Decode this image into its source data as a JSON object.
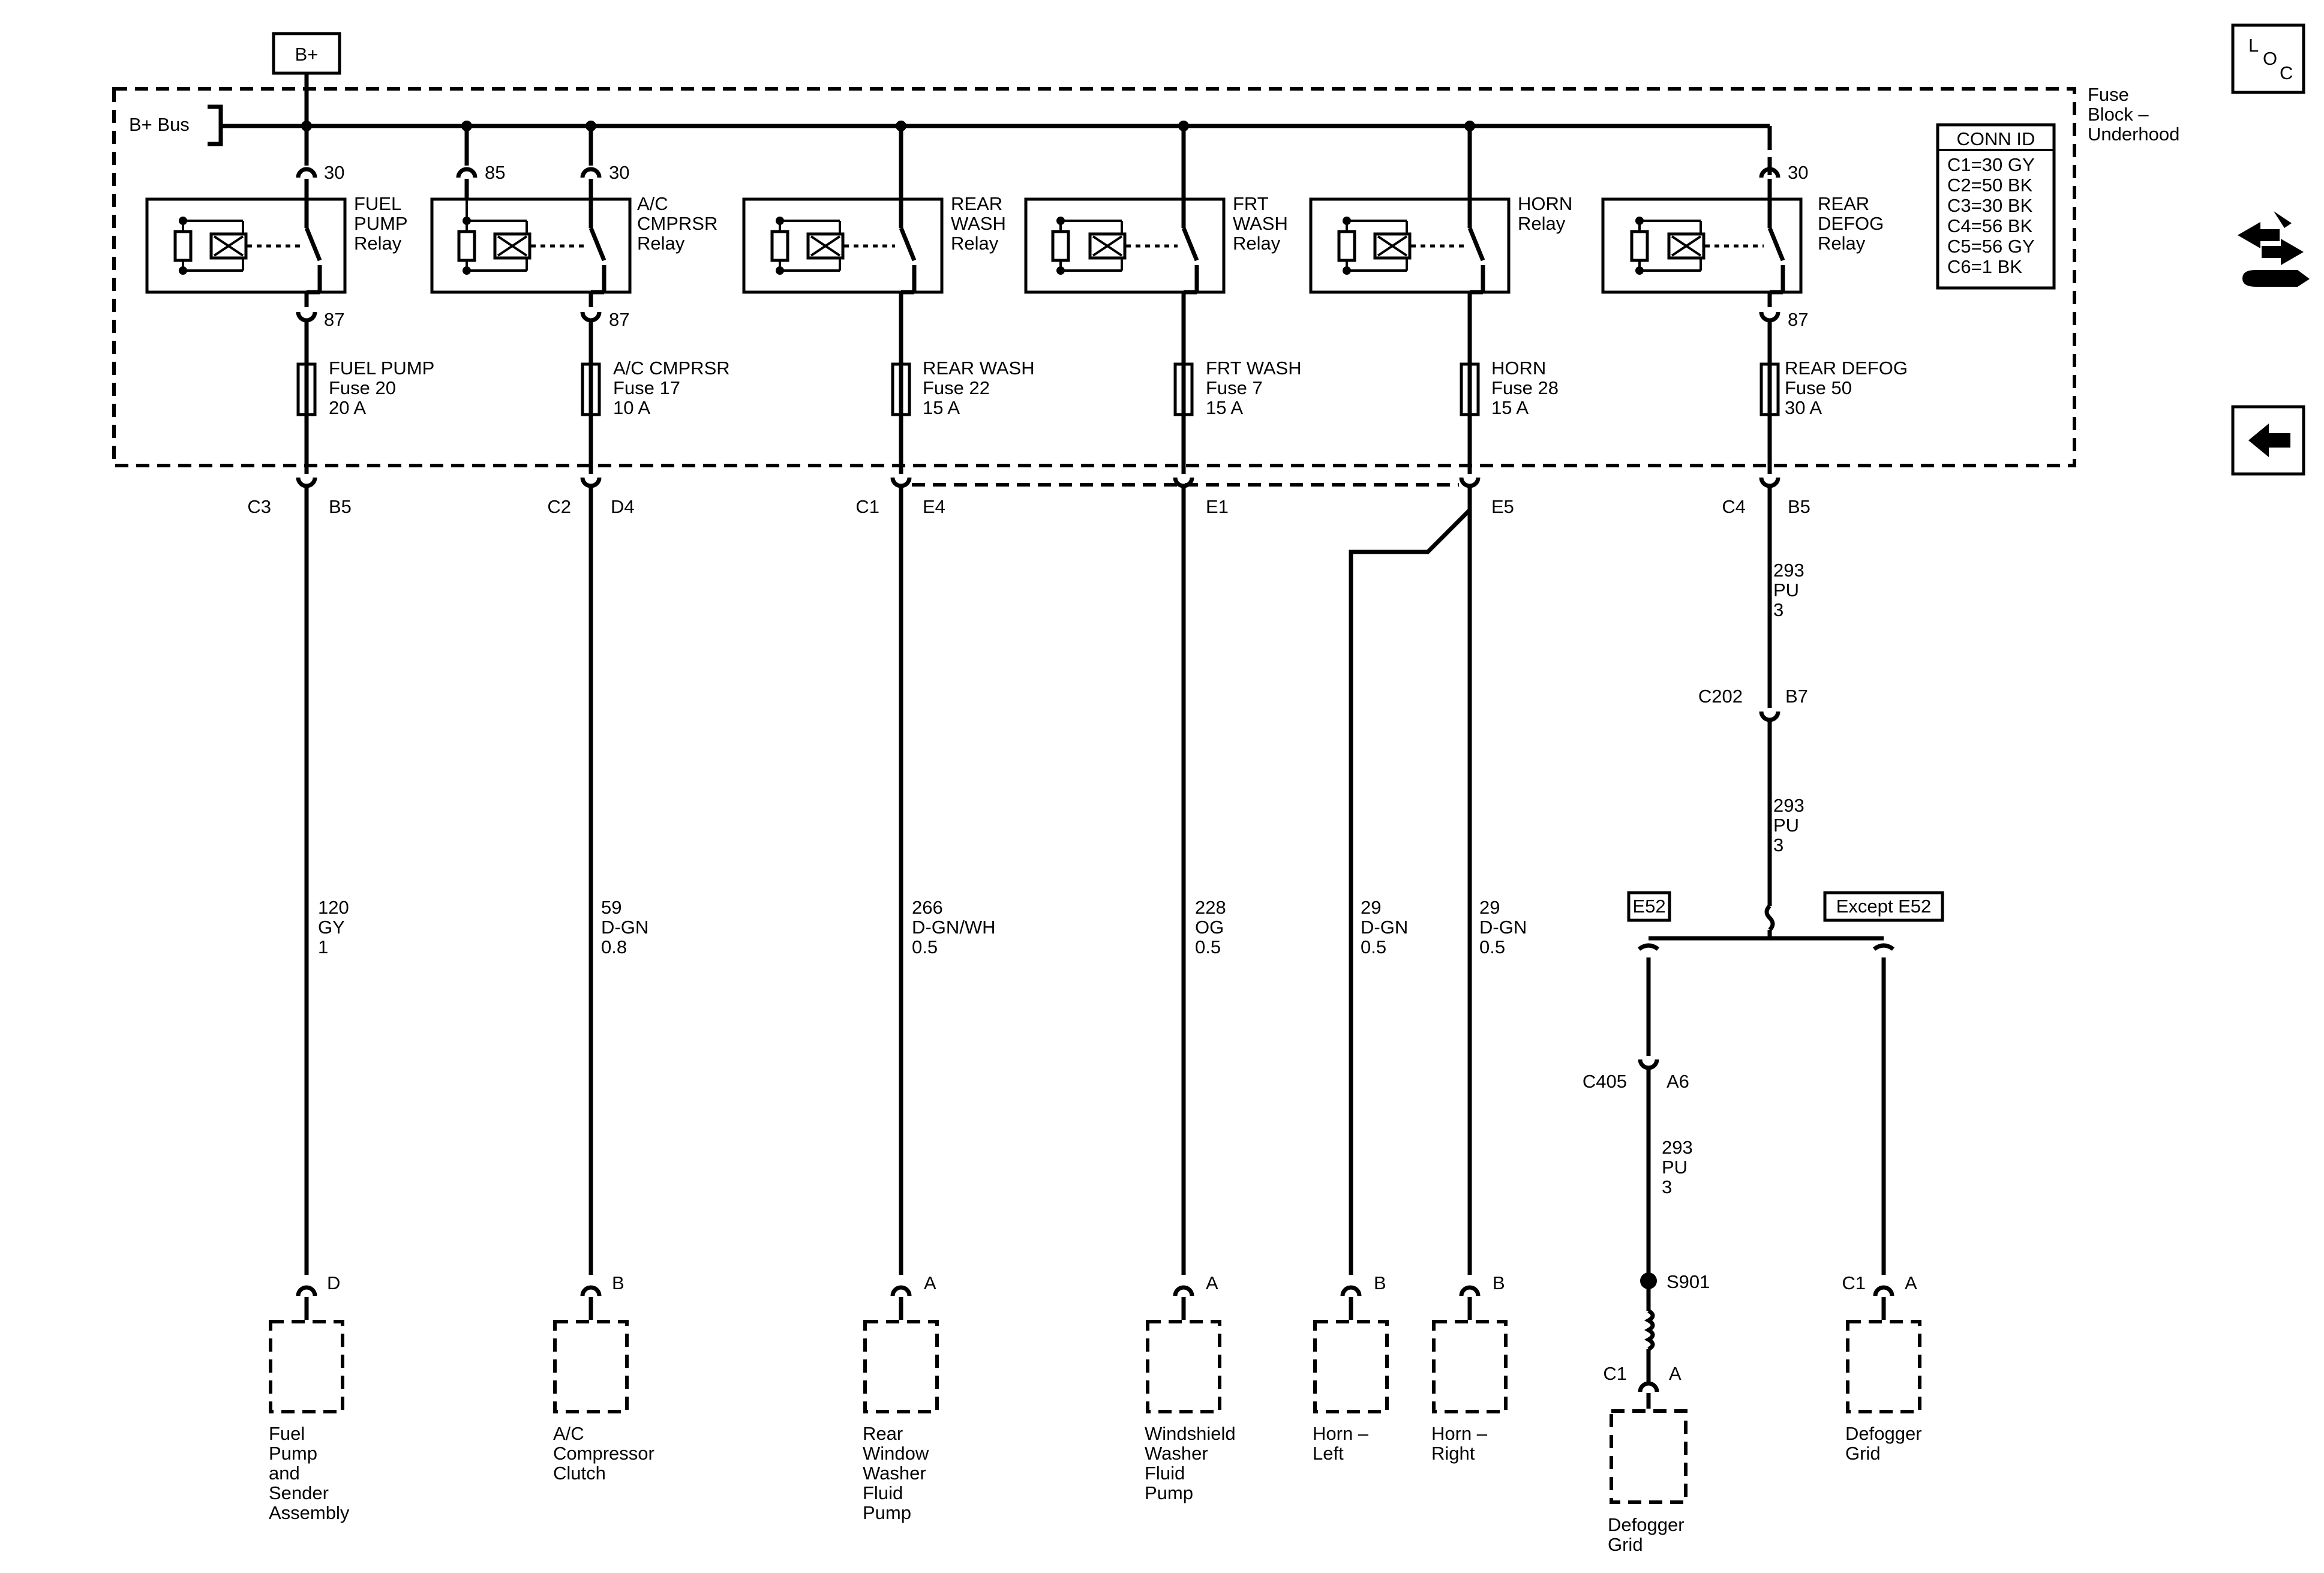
{
  "header": {
    "power_label": "B+"
  },
  "fuse_block": {
    "name_lines": [
      "Fuse",
      "Block –",
      "Underhood"
    ],
    "bus_label": "B+ Bus"
  },
  "conn_id": {
    "title": "CONN ID",
    "entries": [
      "C1=30 GY",
      "C2=50 BK",
      "C3=30 BK",
      "C4=56 BK",
      "C5=56 GY",
      "C6=1 BK"
    ]
  },
  "relays": [
    {
      "name_lines": [
        "FUEL",
        "PUMP",
        "Relay"
      ],
      "pins": [
        "30",
        "87"
      ]
    },
    {
      "name_lines": [
        "A/C",
        "CMPRSR",
        "Relay"
      ],
      "pins": [
        "85",
        "30",
        "87"
      ]
    },
    {
      "name_lines": [
        "REAR",
        "WASH",
        "Relay"
      ],
      "pins": []
    },
    {
      "name_lines": [
        "FRT",
        "WASH",
        "Relay"
      ],
      "pins": []
    },
    {
      "name_lines": [
        "HORN",
        "Relay"
      ],
      "pins": []
    },
    {
      "name_lines": [
        "REAR",
        "DEFOG",
        "Relay"
      ],
      "pins": [
        "30",
        "87"
      ]
    }
  ],
  "fuses": [
    {
      "lines": [
        "FUEL PUMP",
        "Fuse 20",
        "20 A"
      ]
    },
    {
      "lines": [
        "A/C CMPRSR",
        "Fuse 17",
        "10 A"
      ]
    },
    {
      "lines": [
        "REAR WASH",
        "Fuse 22",
        "15 A"
      ]
    },
    {
      "lines": [
        "FRT WASH",
        "Fuse 7",
        "15 A"
      ]
    },
    {
      "lines": [
        "HORN",
        "Fuse 28",
        "15 A"
      ]
    },
    {
      "lines": [
        "REAR DEFOG",
        "Fuse 50",
        "30 A"
      ]
    }
  ],
  "block_connectors": [
    {
      "conn": "C3",
      "pin": "B5"
    },
    {
      "conn": "C2",
      "pin": "D4"
    },
    {
      "conn": "C1",
      "pin": "E4"
    },
    {
      "conn": "",
      "pin": "E1"
    },
    {
      "conn": "",
      "pin": "E5"
    },
    {
      "conn": "C4",
      "pin": "B5"
    }
  ],
  "circuits": [
    {
      "lines": [
        "120",
        "GY",
        "1"
      ]
    },
    {
      "lines": [
        "59",
        "D-GN",
        "0.8"
      ]
    },
    {
      "lines": [
        "266",
        "D-GN/WH",
        "0.5"
      ]
    },
    {
      "lines": [
        "228",
        "OG",
        "0.5"
      ]
    },
    {
      "lines": [
        "29",
        "D-GN",
        "0.5"
      ]
    },
    {
      "lines": [
        "29",
        "D-GN",
        "0.5"
      ]
    }
  ],
  "defog_path": {
    "wire1": [
      "293",
      "PU",
      "3"
    ],
    "c202": {
      "conn": "C202",
      "pin": "B7"
    },
    "wire2": [
      "293",
      "PU",
      "3"
    ],
    "option_e52": "E52",
    "option_except": "Except E52",
    "c405": {
      "conn": "C405",
      "pin": "A6"
    },
    "wire3": [
      "293",
      "PU",
      "3"
    ],
    "splice": "S901"
  },
  "components": [
    {
      "pin": "D",
      "conn": "",
      "name_lines": [
        "Fuel",
        "Pump",
        "and",
        "Sender",
        "Assembly"
      ]
    },
    {
      "pin": "B",
      "conn": "",
      "name_lines": [
        "A/C",
        "Compressor",
        "Clutch"
      ]
    },
    {
      "pin": "A",
      "conn": "",
      "name_lines": [
        "Rear",
        "Window",
        "Washer",
        "Fluid",
        "Pump"
      ]
    },
    {
      "pin": "A",
      "conn": "",
      "name_lines": [
        "Windshield",
        "Washer",
        "Fluid",
        "Pump"
      ]
    },
    {
      "pin": "B",
      "conn": "",
      "name_lines": [
        "Horn –",
        "Left"
      ]
    },
    {
      "pin": "B",
      "conn": "",
      "name_lines": [
        "Horn –",
        "Right"
      ]
    },
    {
      "pin": "A",
      "conn": "C1",
      "name_lines": [
        "Defogger",
        "Grid"
      ]
    },
    {
      "pin": "A",
      "conn": "C1",
      "name_lines": [
        "Defogger",
        "Grid"
      ]
    }
  ],
  "side_nav": {
    "loc_letters": [
      "L",
      "O",
      "C"
    ],
    "loc_icon": "loc-icon",
    "tools_icon": "wrench-tools-icon",
    "back_icon": "back-arrow-icon"
  }
}
